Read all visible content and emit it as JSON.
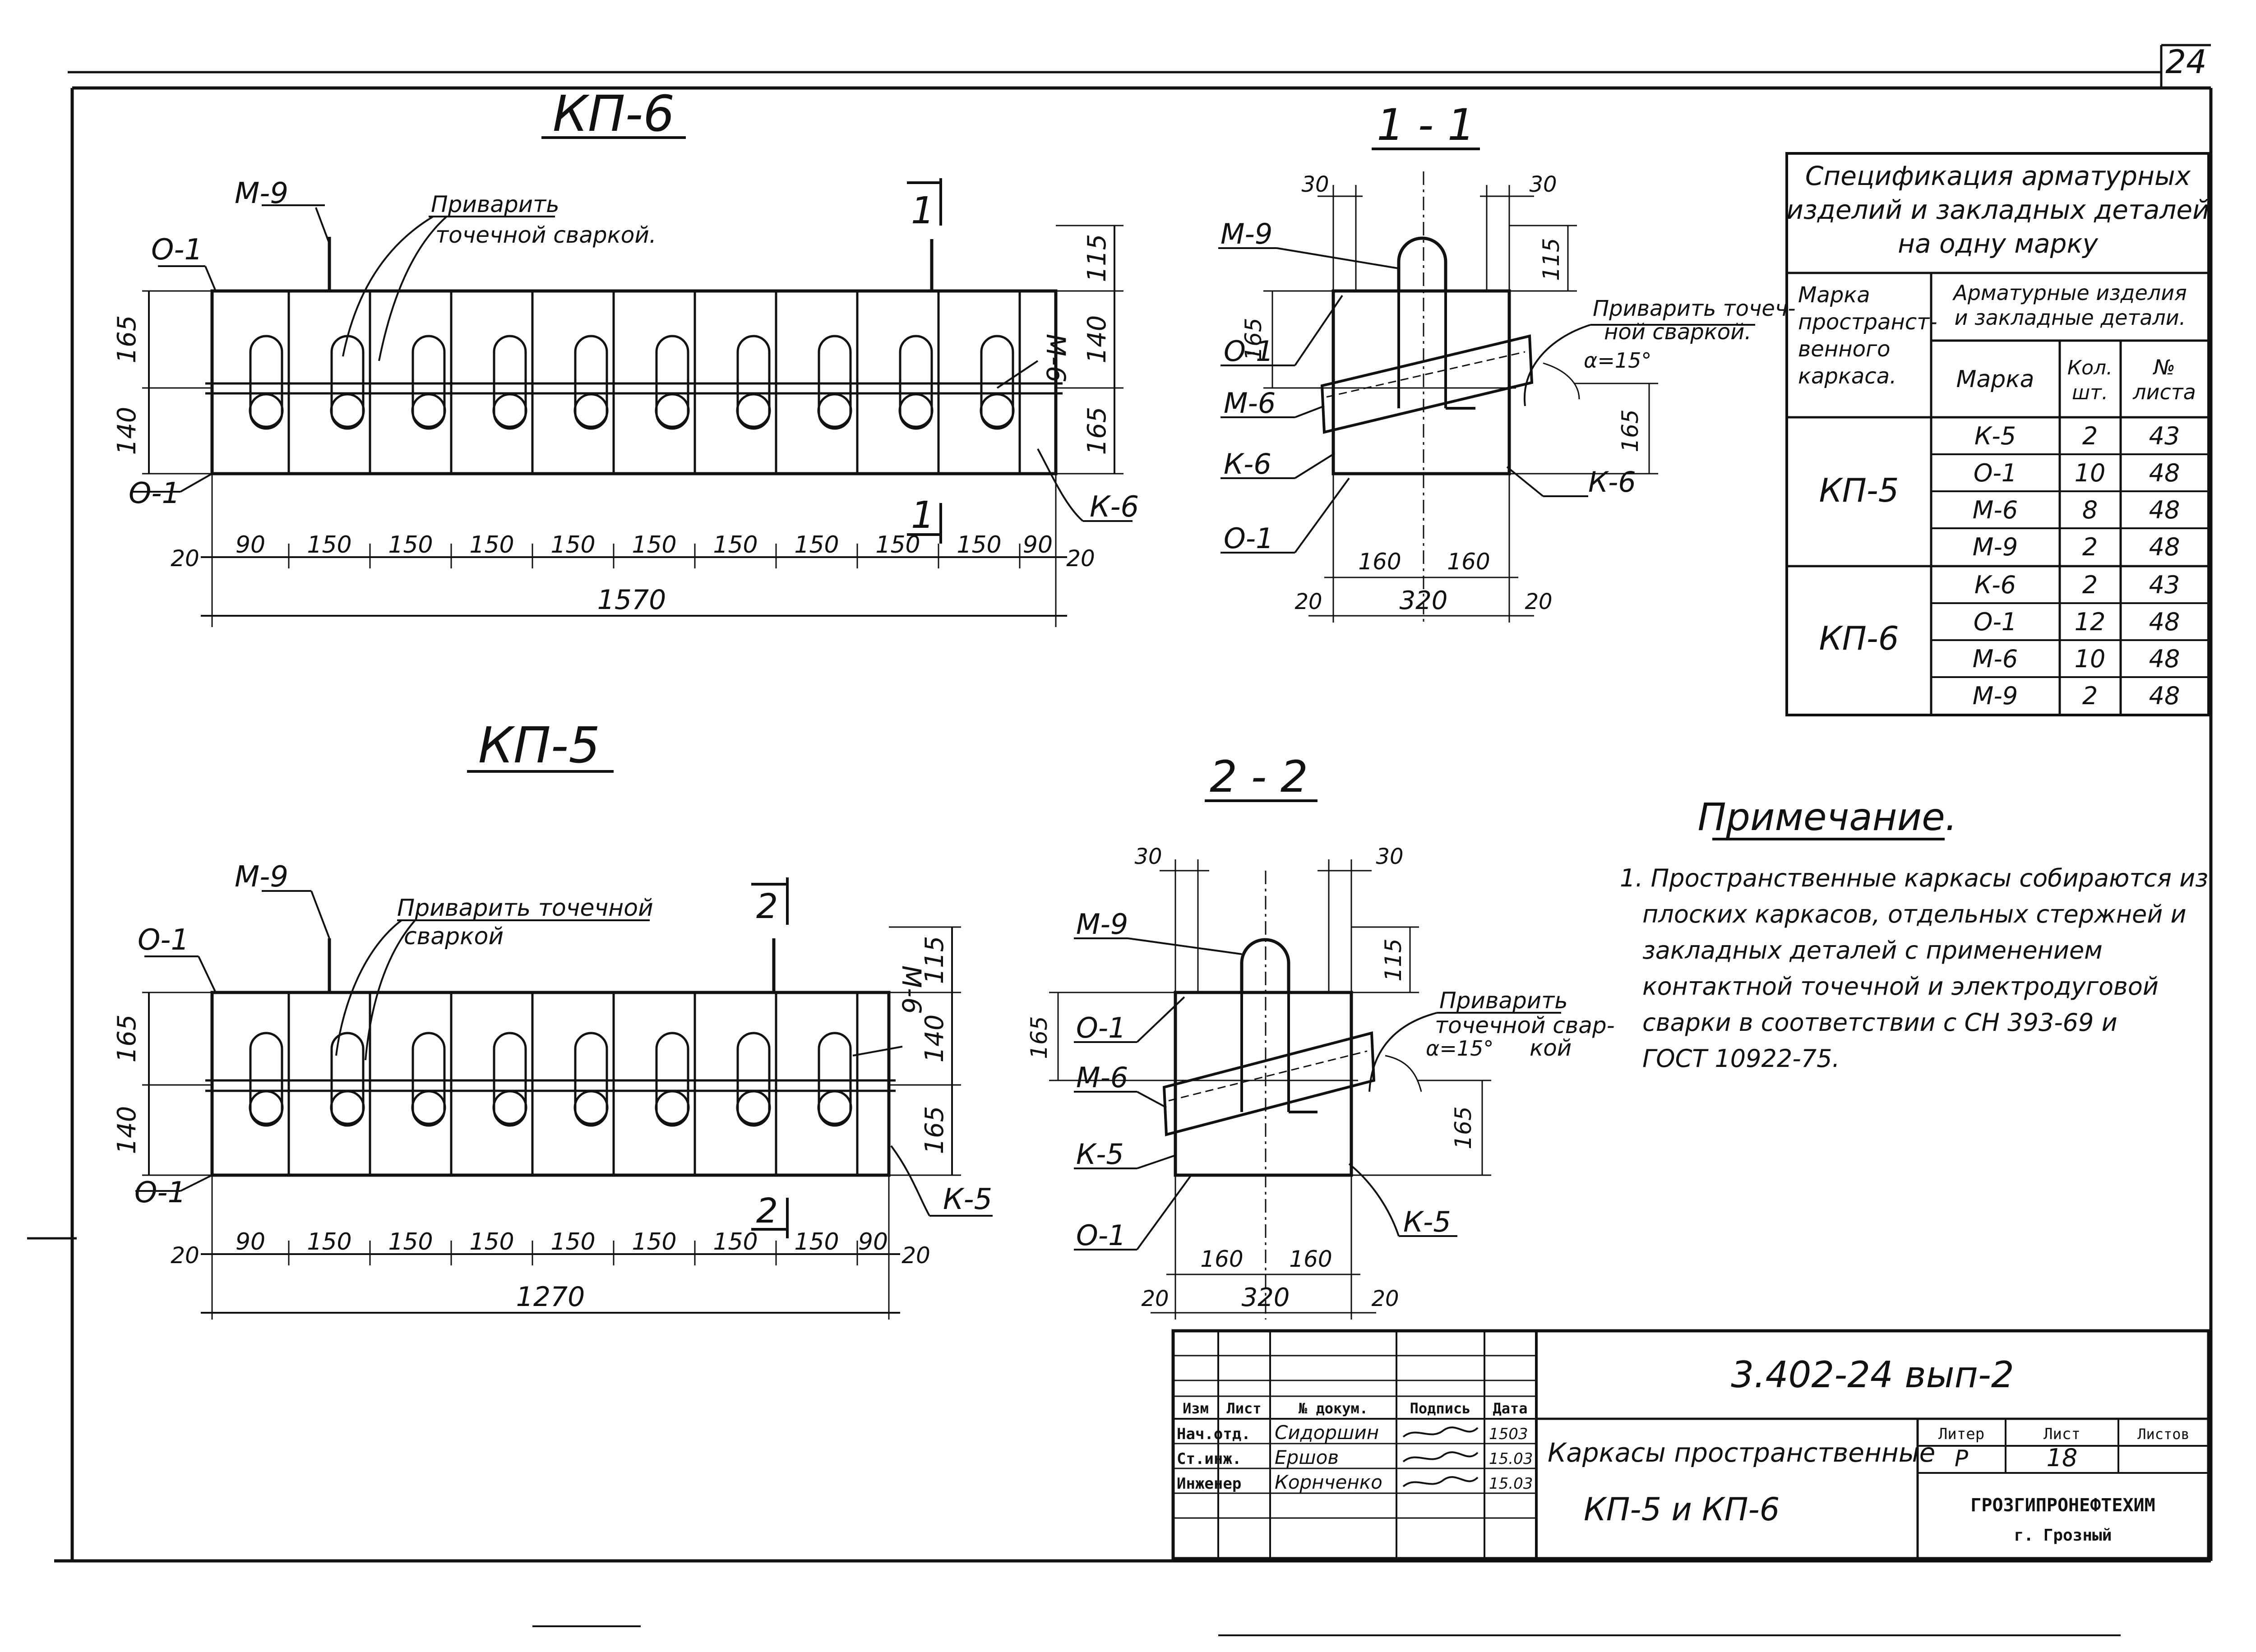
{
  "sheet": {
    "page_number": "24"
  },
  "drawing_kp6": {
    "title": "КП-6",
    "labels": {
      "m9": "М-9",
      "o1_top": "О-1",
      "o1_bottom": "О-1",
      "m6": "М-6",
      "k6": "К-6",
      "weld_line1": "Приварить",
      "weld_line2": "точечной сваркой.",
      "cut_top": "1",
      "cut_bottom": "1"
    },
    "dims_left": [
      "165",
      "140"
    ],
    "dims_right": [
      "115",
      "140",
      "165"
    ],
    "dims_bottom": [
      "20",
      "90",
      "150",
      "150",
      "150",
      "150",
      "150",
      "150",
      "150",
      "150",
      "150",
      "90",
      "20"
    ],
    "total": "1570"
  },
  "section_1_1": {
    "title": "1 - 1",
    "labels": {
      "m9": "М-9",
      "o1_top": "О-1",
      "m6": "М-6",
      "k6_left": "К-6",
      "o1_bottom": "О-1",
      "k6_right": "К-6",
      "weld_line1": "Приварить точеч-",
      "weld_line2": "ной сваркой.",
      "angle": "α=15°"
    },
    "dims": {
      "top_left": "30",
      "top_right": "30",
      "right_top": "115",
      "left": "165",
      "right_bottom": "165",
      "half_left": "160",
      "half_right": "160",
      "width": "320",
      "edge_left": "20",
      "edge_right": "20"
    }
  },
  "drawing_kp5": {
    "title": "КП-5",
    "labels": {
      "m9": "М-9",
      "o1_top": "О-1",
      "o1_bottom": "О-1",
      "m6": "М-6",
      "k5": "К-5",
      "weld_line1": "Приварить точечной",
      "weld_line2": "сваркой",
      "cut_top": "2",
      "cut_bottom": "2"
    },
    "dims_left": [
      "165",
      "140"
    ],
    "dims_right": [
      "115",
      "140",
      "165"
    ],
    "dims_bottom": [
      "20",
      "90",
      "150",
      "150",
      "150",
      "150",
      "150",
      "150",
      "150",
      "90",
      "20"
    ],
    "total": "1270"
  },
  "section_2_2": {
    "title": "2 - 2",
    "labels": {
      "m9": "М-9",
      "o1_top": "О-1",
      "m6": "М-6",
      "k5_left": "К-5",
      "o1_bottom": "О-1",
      "k5_right": "К-5",
      "weld_line1": "Приварить",
      "weld_line2": "точечной свар-",
      "weld_line3": "кой",
      "angle": "α=15°"
    },
    "dims": {
      "top_left": "30",
      "top_right": "30",
      "right_top": "115",
      "left": "165",
      "right_bottom": "165",
      "half_left": "160",
      "half_right": "160",
      "width": "320",
      "edge_left": "20",
      "edge_right": "20"
    }
  },
  "spec_table": {
    "title_lines": [
      "Спецификация арматурных",
      "изделий и закладных деталей",
      "на одну марку"
    ],
    "col_mark_lines": [
      "Марка",
      "пространст-",
      "венного",
      "каркаса."
    ],
    "col_group_lines": [
      "Арматурные изделия",
      "и закладные детали."
    ],
    "col_item": "Марка",
    "col_qty_lines": [
      "Кол.",
      "шт."
    ],
    "col_sheet_lines": [
      "№",
      "листа"
    ],
    "groups": [
      {
        "frame": "КП-5",
        "rows": [
          {
            "mark": "К-5",
            "qty": "2",
            "sheet": "43"
          },
          {
            "mark": "О-1",
            "qty": "10",
            "sheet": "48"
          },
          {
            "mark": "М-6",
            "qty": "8",
            "sheet": "48"
          },
          {
            "mark": "М-9",
            "qty": "2",
            "sheet": "48"
          }
        ]
      },
      {
        "frame": "КП-6",
        "rows": [
          {
            "mark": "К-6",
            "qty": "2",
            "sheet": "43"
          },
          {
            "mark": "О-1",
            "qty": "12",
            "sheet": "48"
          },
          {
            "mark": "М-6",
            "qty": "10",
            "sheet": "48"
          },
          {
            "mark": "М-9",
            "qty": "2",
            "sheet": "48"
          }
        ]
      }
    ]
  },
  "note": {
    "heading": "Примечание.",
    "lines": [
      "1. Пространственные каркасы собираются из",
      "плоских каркасов, отдельных стержней и",
      "закладных деталей с применением",
      "контактной точечной и электродуговой",
      "сварки в соответствии с СН 393-69 и",
      "ГОСТ 10922-75."
    ]
  },
  "title_block": {
    "code": "3.402-24 вып-2",
    "headers": [
      "Изм",
      "Лист",
      "№ докум.",
      "Подпись",
      "Дата"
    ],
    "roles": [
      {
        "role": "Нач.отд.",
        "name": "Сидоршин",
        "date": "1503"
      },
      {
        "role": "Ст.инж.",
        "name": "Ершов",
        "date": "15.03"
      },
      {
        "role": "Инженер",
        "name": "Корнченко",
        "date": "15.03"
      }
    ],
    "description_line1": "Каркасы пространственные",
    "description_line2": "КП-5 и КП-6",
    "stage_label": "Литер",
    "sheet_label": "Лист",
    "sheets_label": "Листов",
    "stage_value": "Р",
    "sheet_value": "18",
    "organization": "ГРОЗГИПРОНЕФТЕХИМ",
    "city": "г. Грозный"
  }
}
